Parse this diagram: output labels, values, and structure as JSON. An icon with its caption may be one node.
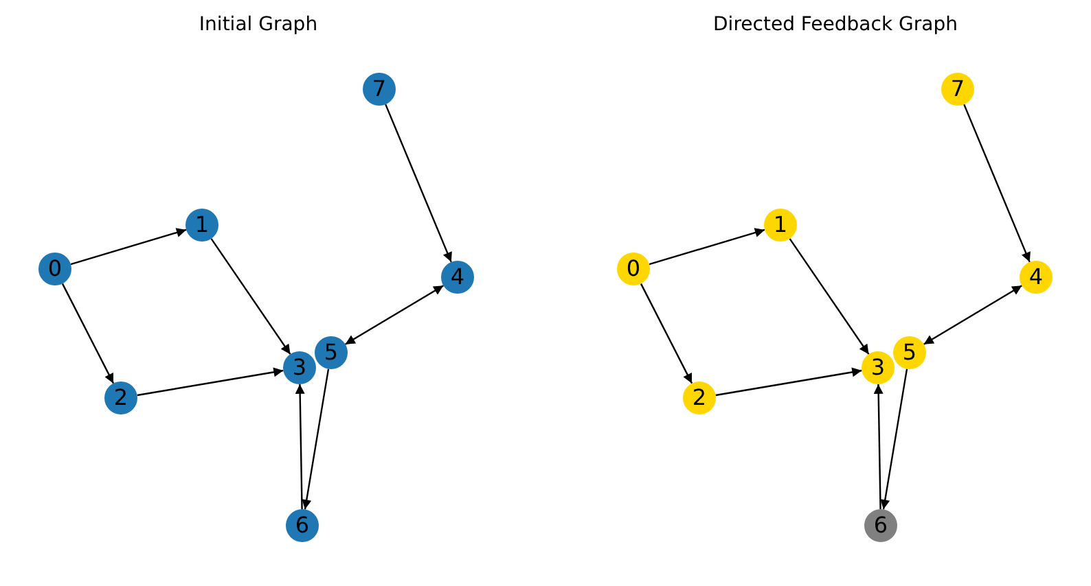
{
  "diagram": {
    "nodes": [
      {
        "text": [
          "0"
        ]
      },
      {
        "text": [
          "1"
        ]
      },
      {
        "text": [
          "2"
        ]
      },
      {
        "text": [
          "3"
        ]
      },
      {
        "text": [
          "4"
        ]
      },
      {
        "text": [
          "5"
        ]
      },
      {
        "text": [
          "6"
        ]
      },
      {
        "text": [
          "7"
        ]
      },
      {
        "text": [
          "0"
        ]
      },
      {
        "text": [
          "1"
        ]
      },
      {
        "text": [
          "2"
        ]
      },
      {
        "text": [
          "3"
        ]
      },
      {
        "text": [
          "4"
        ]
      },
      {
        "text": [
          "5"
        ]
      },
      {
        "text": [
          "6"
        ]
      },
      {
        "text": [
          "7"
        ]
      }
    ],
    "edges": [
      {
        "from": 0,
        "to": 1,
        "arrow": "to"
      },
      {
        "from": 0,
        "to": 2,
        "arrow": "to"
      },
      {
        "from": 1,
        "to": 3,
        "arrow": "to"
      },
      {
        "from": 2,
        "to": 3,
        "arrow": "to"
      },
      {
        "from": 7,
        "to": 4,
        "arrow": "to"
      },
      {
        "from": 5,
        "to": 4,
        "arrow": "both"
      },
      {
        "from": 5,
        "to": 6,
        "arrow": "to"
      },
      {
        "from": 6,
        "to": 3,
        "arrow": "to"
      },
      {
        "from": 8,
        "to": 9,
        "arrow": "to"
      },
      {
        "from": 8,
        "to": 10,
        "arrow": "to"
      },
      {
        "from": 9,
        "to": 11,
        "arrow": "to"
      },
      {
        "from": 10,
        "to": 11,
        "arrow": "to"
      },
      {
        "from": 15,
        "to": 12,
        "arrow": "to"
      },
      {
        "from": 13,
        "to": 12,
        "arrow": "both"
      },
      {
        "from": 13,
        "to": 14,
        "arrow": "to"
      },
      {
        "from": 14,
        "to": 11,
        "arrow": "to"
      }
    ],
    "labels": [
      "Initial Graph",
      "Directed Feedback Graph"
    ]
  }
}
